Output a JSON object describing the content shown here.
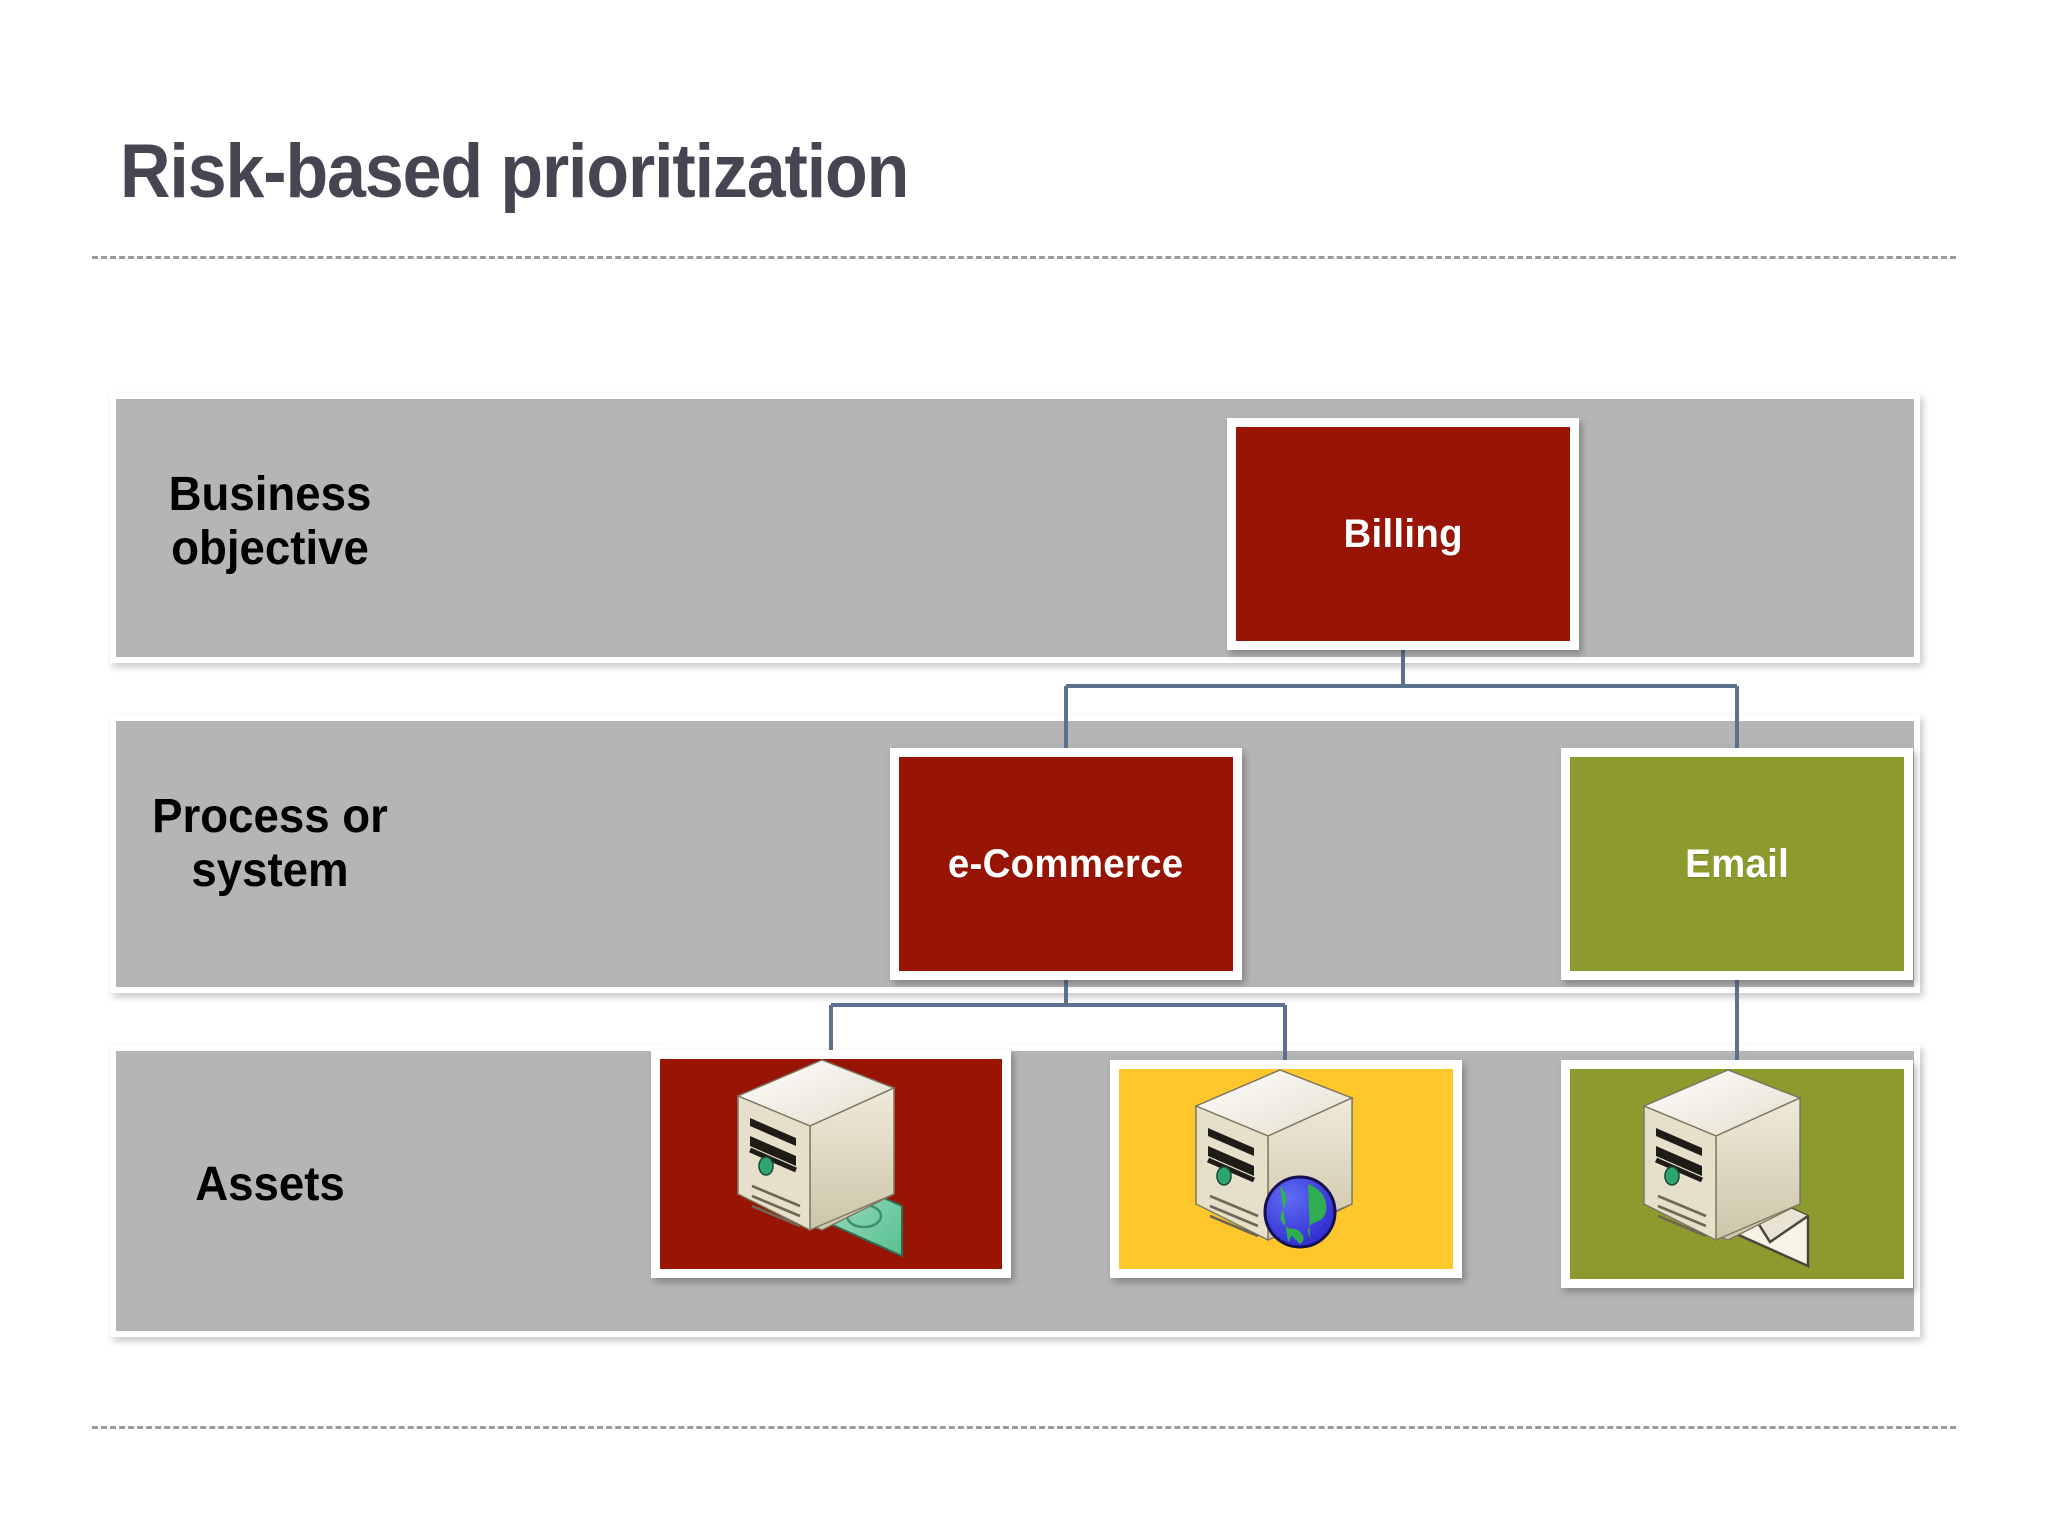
{
  "slide": {
    "title": "Risk-based prioritization",
    "title_color": "#464653",
    "background": "#ffffff",
    "divider_color": "#9a9a9a"
  },
  "palette": {
    "band_gray": "#b5b5b5",
    "red": "#981404",
    "olive": "#8d9a2e",
    "amber": "#ffc72c",
    "connector_blue": "#5b728f",
    "node_border": "#ffffff"
  },
  "rows": [
    {
      "id": "business-objective",
      "label": "Business\nobjective",
      "label_line1": "Business",
      "label_line2": "objective"
    },
    {
      "id": "process-or-system",
      "label": "Process or\nsystem",
      "label_line1": "Process or",
      "label_line2": "system"
    },
    {
      "id": "assets",
      "label": "Assets",
      "label_line1": "Assets",
      "label_line2": ""
    }
  ],
  "nodes": {
    "billing": {
      "label": "Billing",
      "color": "#981404",
      "row": "business-objective"
    },
    "ecommerce": {
      "label": "e-Commerce",
      "color": "#981404",
      "row": "process-or-system"
    },
    "email": {
      "label": "Email",
      "color": "#8d9a2e",
      "row": "process-or-system"
    }
  },
  "assets": [
    {
      "id": "billing-server",
      "icon": "server-money-icon",
      "color": "#981404",
      "parent": "ecommerce"
    },
    {
      "id": "web-server",
      "icon": "server-globe-icon",
      "color": "#ffc72c",
      "parent": "ecommerce"
    },
    {
      "id": "mail-server",
      "icon": "server-mail-icon",
      "color": "#8d9a2e",
      "parent": "email"
    }
  ],
  "connections": [
    {
      "from": "billing",
      "to": "ecommerce"
    },
    {
      "from": "billing",
      "to": "email"
    },
    {
      "from": "ecommerce",
      "to": "billing-server"
    },
    {
      "from": "ecommerce",
      "to": "web-server"
    },
    {
      "from": "email",
      "to": "mail-server"
    }
  ]
}
